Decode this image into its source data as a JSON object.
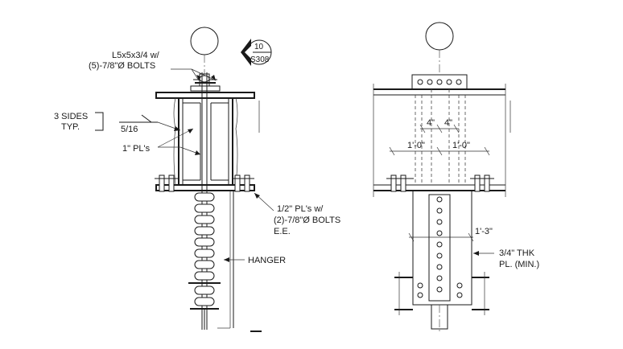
{
  "left_view": {
    "angle_callout": [
      "L5x5x3/4 w/",
      "(5)-7/8\"Ø BOLTS"
    ],
    "weld_symbol": {
      "note": [
        "3 SIDES",
        "TYP."
      ],
      "size": "5/16"
    },
    "plate_label": "1\" PL's",
    "splice_callout": [
      "1/2\" PL's w/",
      "(2)-7/8\"Ø BOLTS",
      "E.E."
    ],
    "hanger_label": "HANGER",
    "section_marker": {
      "number": "10",
      "sheet": "S308"
    }
  },
  "right_view": {
    "dims_top": [
      "4\"",
      "4\""
    ],
    "dims_mid": [
      "1'-0\"",
      "1'-0\""
    ],
    "dim_width": "1'-3\"",
    "plate_callout": [
      "3/4\" THK",
      "PL. (MIN.)"
    ]
  }
}
